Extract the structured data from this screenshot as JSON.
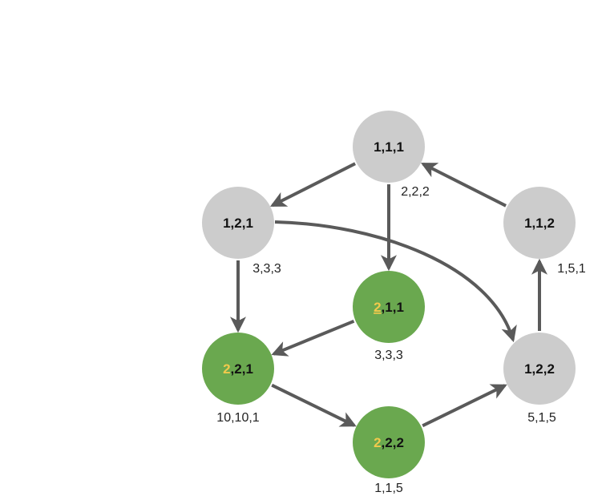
{
  "colors": {
    "gray_node": "#cccccc",
    "green_node": "#6aa84f",
    "edge": "#5a5a5a",
    "highlight_digit": "#f2c94c"
  },
  "nodes": [
    {
      "id": "n111",
      "fill": "gray",
      "first": "1",
      "rest": ",1,1",
      "first_highlight": false,
      "first_underline": false,
      "values": "2,2,2"
    },
    {
      "id": "n121",
      "fill": "gray",
      "first": "1",
      "rest": ",2,1",
      "first_highlight": false,
      "first_underline": false,
      "values": "3,3,3"
    },
    {
      "id": "n112",
      "fill": "gray",
      "first": "1",
      "rest": ",1,2",
      "first_highlight": false,
      "first_underline": false,
      "values": "1,5,1"
    },
    {
      "id": "n211",
      "fill": "green",
      "first": "2",
      "rest": ",1,1",
      "first_highlight": true,
      "first_underline": true,
      "values": "3,3,3"
    },
    {
      "id": "n221",
      "fill": "green",
      "first": "2",
      "rest": ",2,1",
      "first_highlight": true,
      "first_underline": false,
      "values": "10,10,1"
    },
    {
      "id": "n122",
      "fill": "gray",
      "first": "1",
      "rest": ",2,2",
      "first_highlight": false,
      "first_underline": false,
      "values": "5,1,5"
    },
    {
      "id": "n222",
      "fill": "green",
      "first": "2",
      "rest": ",2,2",
      "first_highlight": true,
      "first_underline": false,
      "values": "1,1,5"
    }
  ],
  "edges": [
    {
      "from": "n111",
      "to": "n121"
    },
    {
      "from": "n111",
      "to": "n211"
    },
    {
      "from": "n112",
      "to": "n111"
    },
    {
      "from": "n121",
      "to": "n221"
    },
    {
      "from": "n121",
      "to": "n122"
    },
    {
      "from": "n211",
      "to": "n221"
    },
    {
      "from": "n221",
      "to": "n222"
    },
    {
      "from": "n222",
      "to": "n122"
    },
    {
      "from": "n122",
      "to": "n112"
    }
  ]
}
